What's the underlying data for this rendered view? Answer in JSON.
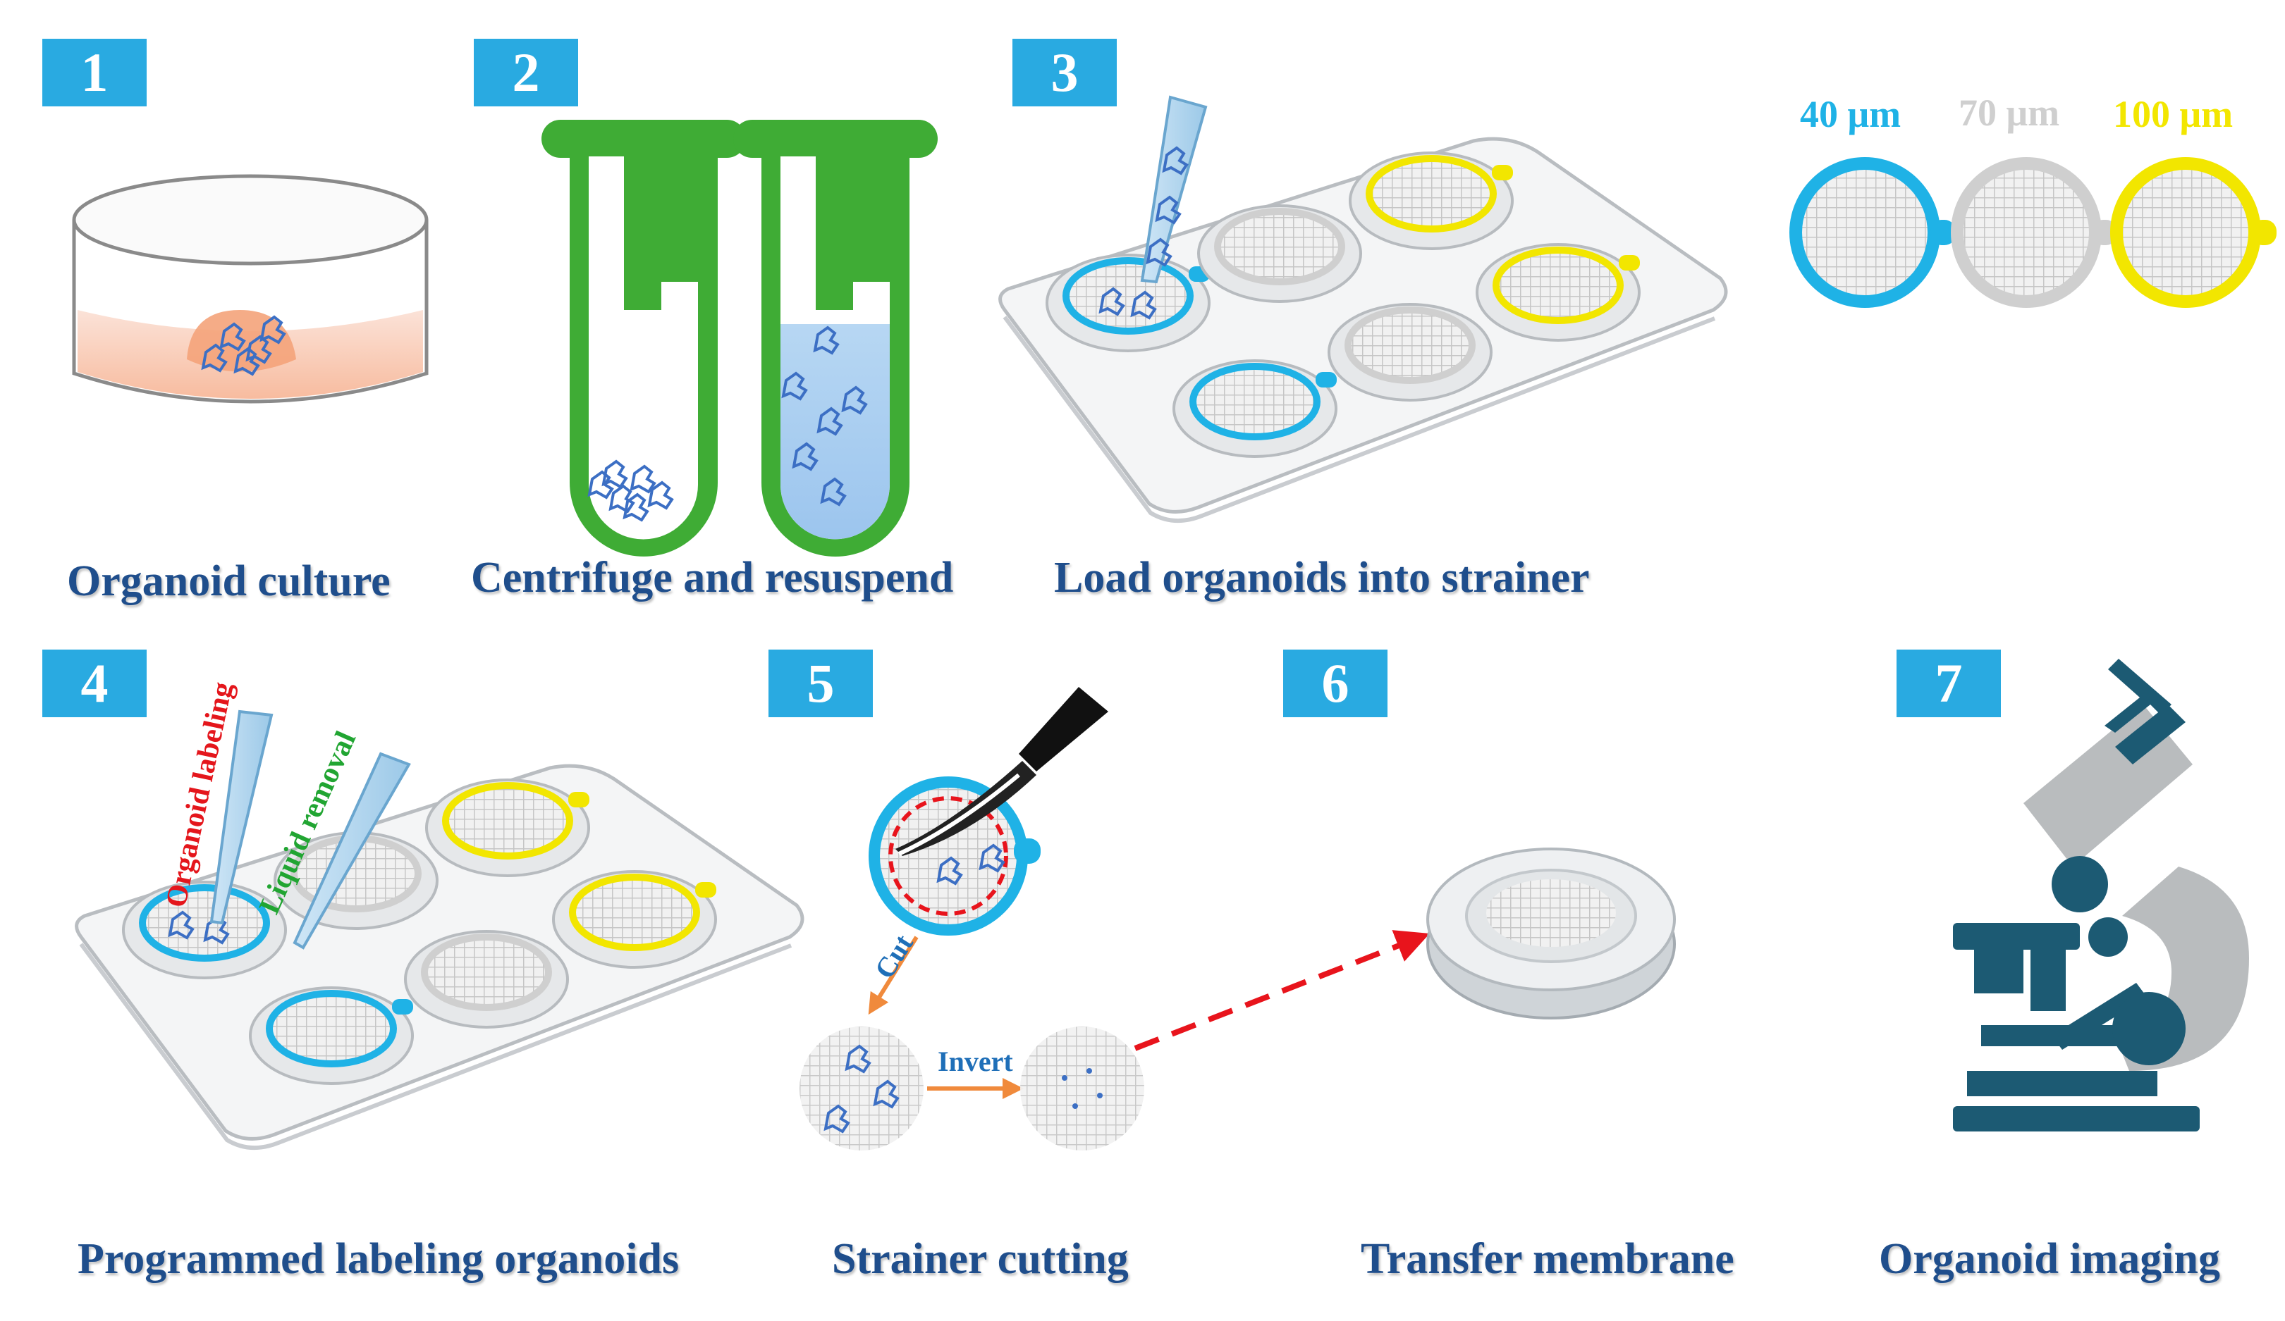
{
  "steps": [
    {
      "number": "1",
      "caption": "Organoid culture"
    },
    {
      "number": "2",
      "caption": "Centrifuge and resuspend"
    },
    {
      "number": "3",
      "caption": "Load organoids into strainer"
    },
    {
      "number": "4",
      "caption": "Programmed labeling organoids"
    },
    {
      "number": "5",
      "caption": "Strainer cutting"
    },
    {
      "number": "6",
      "caption": "Transfer membrane"
    },
    {
      "number": "7",
      "caption": "Organoid imaging"
    }
  ],
  "strainer_sizes": [
    {
      "label": "40 μm",
      "color": "#1fb2e6"
    },
    {
      "label": "70 μm",
      "color": "#cfcfcf"
    },
    {
      "label": "100 μm",
      "color": "#f2e600"
    }
  ],
  "step4_labels": {
    "labeling": "Organoid labeling",
    "removal": "Liquid removal"
  },
  "step5_labels": {
    "cut": "Cut",
    "invert": "Invert"
  },
  "colors": {
    "badge": "#29aae1",
    "caption": "#1f4e8c",
    "tube": "#3fac35",
    "microscope_dark": "#1c5a73",
    "microscope_light": "#b9bcbe",
    "red_arrow": "#e8141c",
    "orange_arrow": "#f08a3c",
    "label_red": "#e4161c",
    "label_green": "#21a532",
    "label_blue": "#1f6fb8"
  }
}
